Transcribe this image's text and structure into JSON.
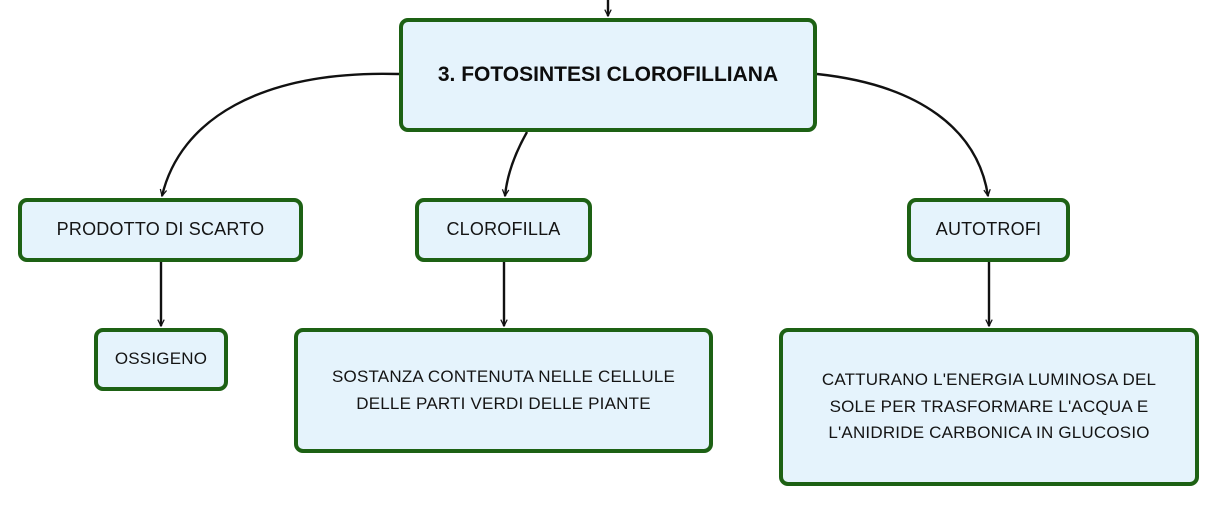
{
  "diagram": {
    "nodes": {
      "main": "3. FOTOSINTESI CLOROFILLIANA",
      "scarto": "PRODOTTO DI SCARTO",
      "clorofilla": "CLOROFILLA",
      "autotrofi": "AUTOTROFI",
      "ossigeno": "OSSIGENO",
      "sostanza": "SOSTANZA CONTENUTA NELLE CELLULE DELLE PARTI VERDI DELLE PIANTE",
      "catturano": "CATTURANO L'ENERGIA LUMINOSA DEL SOLE PER TRASFORMARE L'ACQUA E L'ANIDRIDE CARBONICA IN GLUCOSIO"
    },
    "edges": [
      {
        "from": "main",
        "to": "scarto"
      },
      {
        "from": "main",
        "to": "clorofilla"
      },
      {
        "from": "main",
        "to": "autotrofi"
      },
      {
        "from": "scarto",
        "to": "ossigeno"
      },
      {
        "from": "clorofilla",
        "to": "sostanza"
      },
      {
        "from": "autotrofi",
        "to": "catturano"
      }
    ],
    "colors": {
      "node_fill": "#e5f3fc",
      "node_border": "#1d6114",
      "connector": "#111111",
      "text": "#141414"
    }
  }
}
